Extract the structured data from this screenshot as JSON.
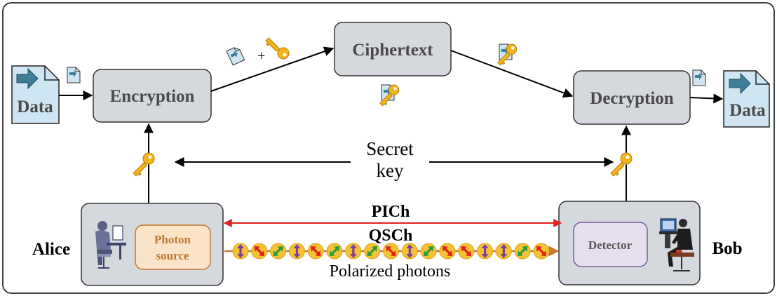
{
  "nodes": {
    "encryption": "Encryption",
    "ciphertext": "Ciphertext",
    "decryption": "Decryption",
    "data_left": "Data",
    "data_right": "Data",
    "photon_source": [
      "Photon",
      "source"
    ],
    "detector": "Detector"
  },
  "parties": {
    "alice": "Alice",
    "bob": "Bob"
  },
  "labels": {
    "secret_key": [
      "Secret",
      "key"
    ],
    "plus": "+",
    "pich": "PICh",
    "qsch": "QSCh",
    "polarized_photons": "Polarized photons"
  },
  "photon_sequence": [
    "v",
    "d2",
    "d1",
    "v",
    "d2",
    "d1",
    "v",
    "d1",
    "d2",
    "v",
    "d1",
    "d2",
    "d2",
    "v",
    "v",
    "d1",
    "d2"
  ],
  "colors": {
    "box_fill": "#d5d8dd",
    "box_stroke": "#333333",
    "inner_fill": "#fbe3c8",
    "inner_stroke": "#c0782f",
    "detector_fill": "#e6e0ee",
    "detector_stroke": "#7a5a96",
    "pich_line": "#e0201e",
    "qsch_line": "#c97a34",
    "photon_fill": "#f5c233",
    "doc_fill": "#cfe6f2",
    "doc_arrow": "#3d7f98",
    "key_color": "#f2b31c"
  }
}
